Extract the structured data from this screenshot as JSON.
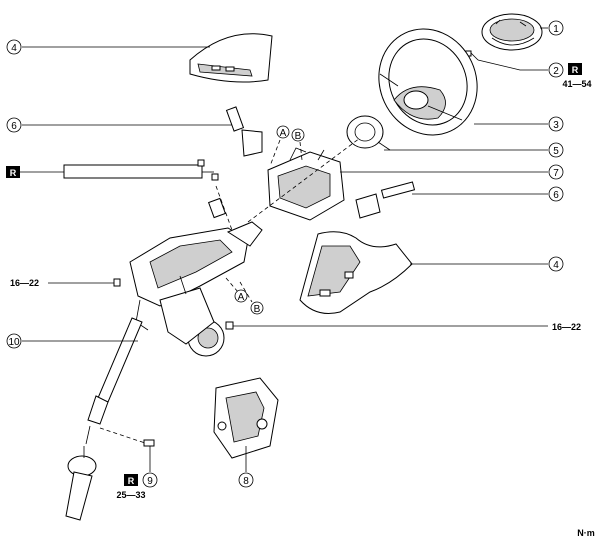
{
  "callouts": {
    "c1": "1",
    "c2": "2",
    "c3": "3",
    "c4a": "4",
    "c4b": "4",
    "c5": "5",
    "c6a": "6",
    "c6b": "6",
    "c7": "7",
    "c8": "8",
    "c9": "9",
    "c10": "10",
    "a1": "A",
    "a2": "A",
    "b1": "B",
    "b2": "B"
  },
  "torque": {
    "t_41_54": "41—54",
    "t_16_22_left": "16—22",
    "t_16_22_right": "16—22",
    "t_25_33": "25—33"
  },
  "r_marks": {
    "r1": "R",
    "r2": "R",
    "r3": "R"
  },
  "unit": "N·m"
}
